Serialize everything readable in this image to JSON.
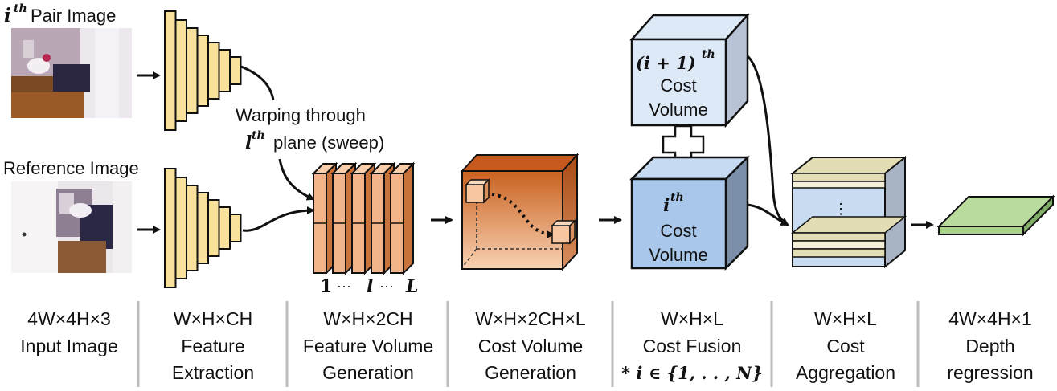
{
  "labels": {
    "pair_image_var": "i",
    "pair_image_sup": "th",
    "pair_image_text": "Pair Image",
    "reference_image": "Reference Image",
    "warping_line1": "Warping through",
    "warping_var": "l",
    "warping_sup": "th",
    "warping_text": "plane (sweep)",
    "plane_index": [
      "1",
      "···",
      "l",
      "···",
      "L"
    ],
    "next_cost_volume_var": "(i + 1)",
    "next_cost_volume_sup": "th",
    "next_cost_volume_line2": "Cost",
    "next_cost_volume_line3": "Volume",
    "cur_cost_volume_var": "i",
    "cur_cost_volume_sup": "th",
    "cur_cost_volume_line2": "Cost",
    "cur_cost_volume_line3": "Volume",
    "aggregation_dots": "⋮"
  },
  "stages": [
    {
      "dims": "4W×4H×3",
      "line1": "Input Image",
      "line2": ""
    },
    {
      "dims": "W×H×CH",
      "line1": "Feature",
      "line2": "Extraction"
    },
    {
      "dims": "W×H×2CH",
      "line1": "Feature Volume",
      "line2": "Generation"
    },
    {
      "dims": "W×H×2CH×L",
      "line1": "Cost Volume",
      "line2": "Generation"
    },
    {
      "dims": "W×H×L",
      "line1": "Cost Fusion",
      "line2": "* i ∈ {1, . . , N}"
    },
    {
      "dims": "W×H×L",
      "line1": "Cost",
      "line2": "Aggregation"
    },
    {
      "dims": "4W×4H×1",
      "line1": "Depth",
      "line2": "regression"
    }
  ],
  "colors": {
    "feature_bars": "#f8e29b",
    "feature_volume": "#f2b488",
    "cost_volume_front": "#c65a1e",
    "cost_volume_light": "#f6c7a1",
    "fusion_cube": "#a9c7ea",
    "fusion_cube_light": "#dde9f7",
    "aggregation_cream": "#e3ddb5",
    "aggregation_blue": "#c9dbf0",
    "depth_green": "#a9d28f",
    "separator": "#bdbdbd"
  }
}
